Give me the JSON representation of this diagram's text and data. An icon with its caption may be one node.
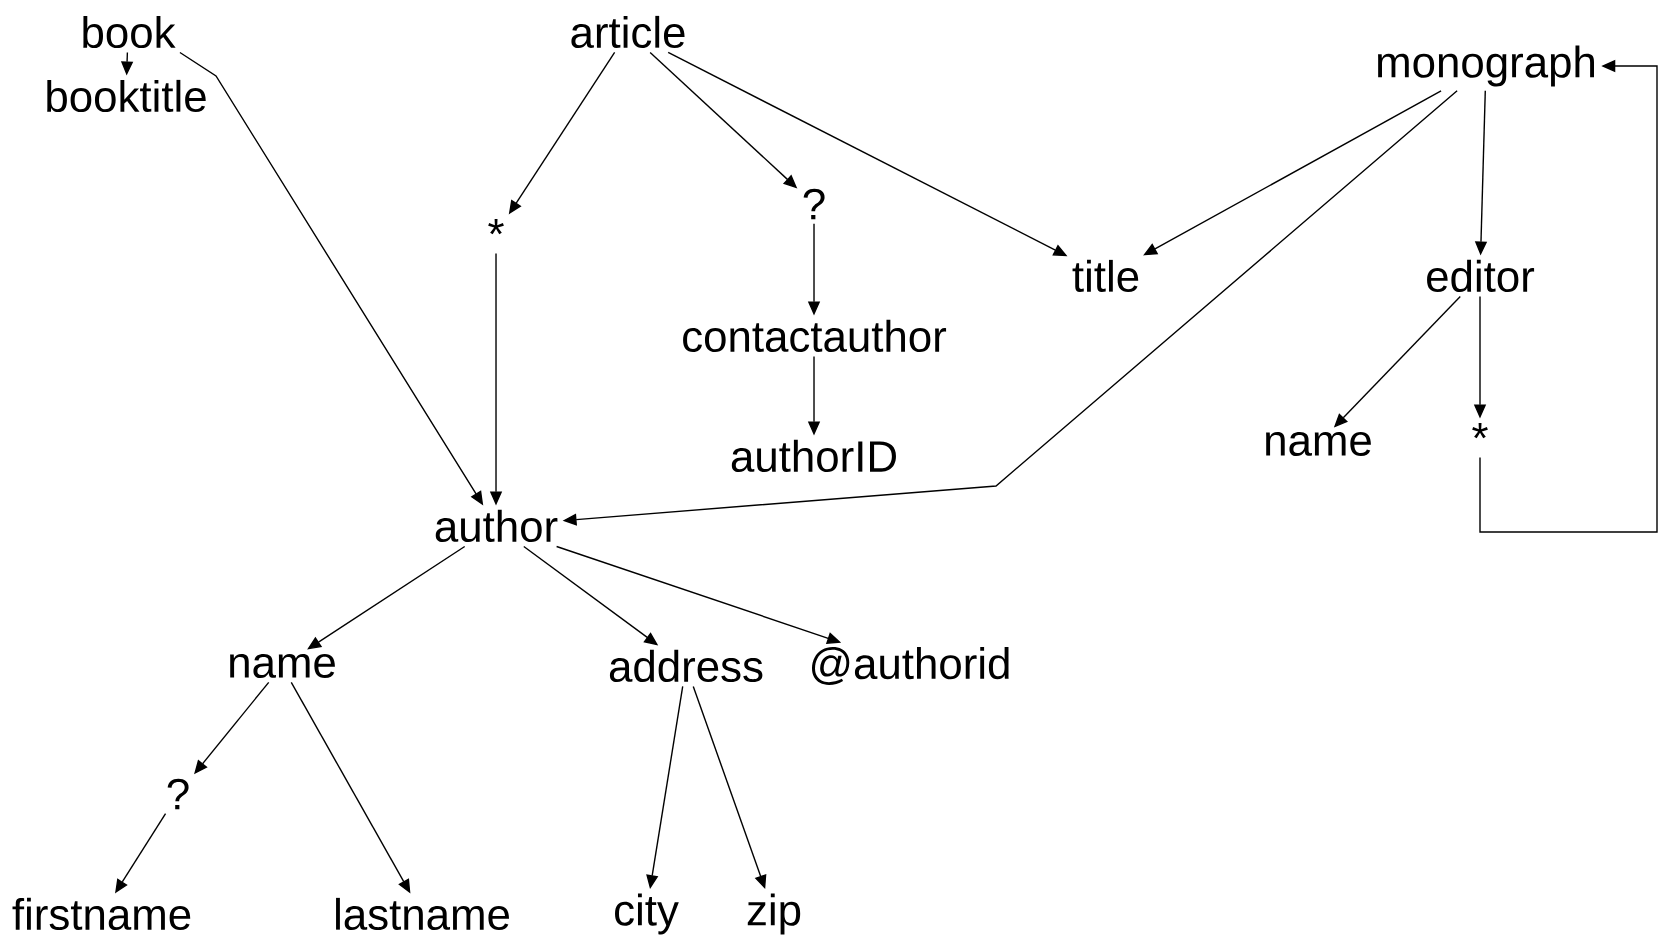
{
  "diagram": {
    "nodes": [
      {
        "text": [
          "book"
        ]
      },
      {
        "text": [
          "booktitle"
        ]
      },
      {
        "text": [
          "article"
        ]
      },
      {
        "text": [
          "*"
        ]
      },
      {
        "text": [
          "?"
        ]
      },
      {
        "text": [
          "title"
        ]
      },
      {
        "text": [
          "monograph"
        ]
      },
      {
        "text": [
          "contactauthor"
        ]
      },
      {
        "text": [
          "editor"
        ]
      },
      {
        "text": [
          "authorID"
        ]
      },
      {
        "text": [
          "name"
        ]
      },
      {
        "text": [
          "*"
        ]
      },
      {
        "text": [
          "author"
        ]
      },
      {
        "text": [
          "name"
        ]
      },
      {
        "text": [
          "address"
        ]
      },
      {
        "text": [
          "@authorid"
        ]
      },
      {
        "text": [
          "?"
        ]
      },
      {
        "text": [
          "firstname"
        ]
      },
      {
        "text": [
          "lastname"
        ]
      },
      {
        "text": [
          "city"
        ]
      },
      {
        "text": [
          "zip"
        ]
      }
    ],
    "edges": [
      {
        "from": 0,
        "to": 1,
        "arrow": "to"
      },
      {
        "from": 0,
        "to": 12,
        "arrow": "to"
      },
      {
        "from": 2,
        "to": 3,
        "arrow": "to"
      },
      {
        "from": 2,
        "to": 4,
        "arrow": "to"
      },
      {
        "from": 2,
        "to": 5,
        "arrow": "to"
      },
      {
        "from": 3,
        "to": 12,
        "arrow": "to"
      },
      {
        "from": 4,
        "to": 7,
        "arrow": "to"
      },
      {
        "from": 7,
        "to": 9,
        "arrow": "to"
      },
      {
        "from": 6,
        "to": 5,
        "arrow": "to"
      },
      {
        "from": 6,
        "to": 12,
        "arrow": "to"
      },
      {
        "from": 6,
        "to": 8,
        "arrow": "to"
      },
      {
        "from": 8,
        "to": 10,
        "arrow": "to"
      },
      {
        "from": 8,
        "to": 11,
        "arrow": "to"
      },
      {
        "from": 11,
        "to": 6,
        "arrow": "to"
      },
      {
        "from": 12,
        "to": 13,
        "arrow": "to"
      },
      {
        "from": 12,
        "to": 14,
        "arrow": "to"
      },
      {
        "from": 12,
        "to": 15,
        "arrow": "to"
      },
      {
        "from": 13,
        "to": 16,
        "arrow": "to"
      },
      {
        "from": 13,
        "to": 18,
        "arrow": "to"
      },
      {
        "from": 16,
        "to": 17,
        "arrow": "to"
      },
      {
        "from": 14,
        "to": 19,
        "arrow": "to"
      },
      {
        "from": 14,
        "to": 20,
        "arrow": "to"
      }
    ]
  }
}
